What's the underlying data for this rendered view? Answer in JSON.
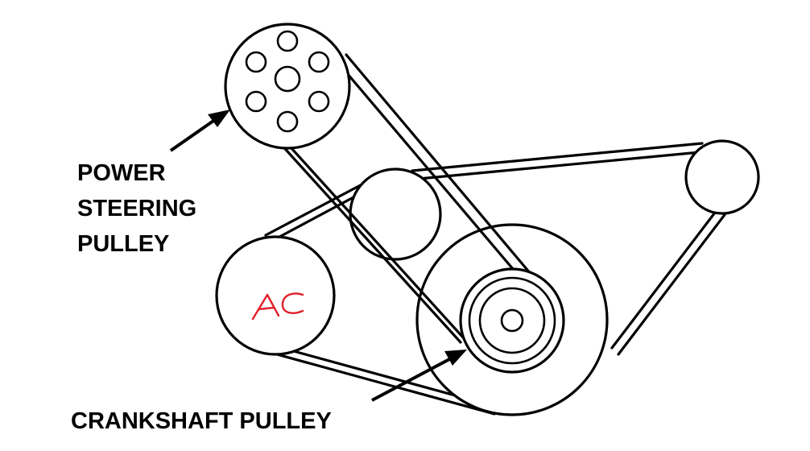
{
  "labels": {
    "power_steering_line1": "POWER",
    "power_steering_line2": "STEERING",
    "power_steering_line3": "PULLEY",
    "crankshaft": "CRANKSHAFT PULLEY",
    "ac_handwritten": "AC"
  },
  "colors": {
    "ink": "#000000",
    "background": "#ffffff",
    "handwriting": "#e0202a"
  }
}
